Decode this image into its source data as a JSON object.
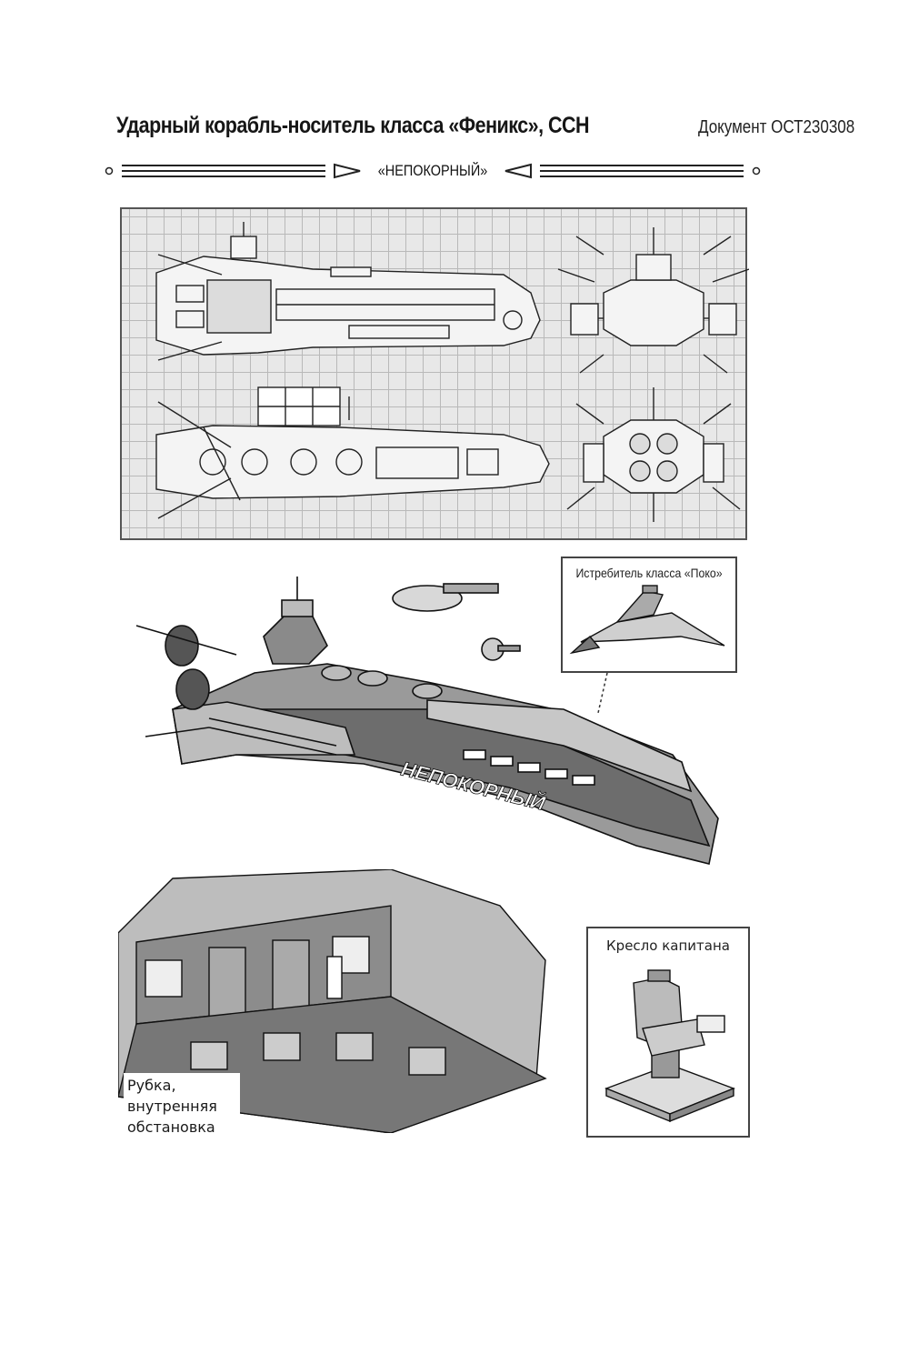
{
  "header": {
    "title": "Ударный корабль-носитель класса «Феникс», ССН",
    "document": "Документ ОСТ230308"
  },
  "banner": {
    "ship_name": "«НЕПОКОРНЫЙ»"
  },
  "blueprint": {
    "views": [
      "top-view",
      "bottom-view",
      "front-view",
      "rear-view"
    ]
  },
  "ship_illustration": {
    "hull_lettering": "НЕПОКОРНЫЙ"
  },
  "fighter_callout": {
    "label": "Истребитель класса «Поко»"
  },
  "bridge": {
    "caption_lines": [
      "Рубка,",
      "внутренняя",
      "обстановка"
    ]
  },
  "captain_chair": {
    "label": "Кресло капитана"
  },
  "colors": {
    "ink": "#1a1a1a",
    "grid": "#b9b9b9",
    "blueprint_bg": "#e8e8e8",
    "hull_dark": "#555555",
    "hull_light": "#cfcfcf"
  }
}
